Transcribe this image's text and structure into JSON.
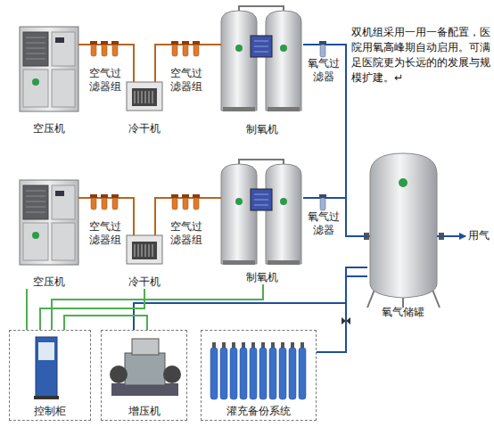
{
  "diagram": {
    "nodes": [
      {
        "text": [
          "空压机"
        ]
      },
      {
        "text": [
          "空气过滤器组"
        ]
      },
      {
        "text": [
          "冷干机"
        ]
      },
      {
        "text": [
          "空气过滤器组"
        ]
      },
      {
        "text": [
          "制氧机"
        ]
      },
      {
        "text": [
          "氧气过滤器"
        ]
      },
      {
        "text": [
          "空压机"
        ]
      },
      {
        "text": [
          "空气过滤器组"
        ]
      },
      {
        "text": [
          "冷干机"
        ]
      },
      {
        "text": [
          "空气过滤器组"
        ]
      },
      {
        "text": [
          "制氧机"
        ]
      },
      {
        "text": [
          "氧气过滤器"
        ]
      },
      {
        "text": [
          "氧气储罐"
        ]
      },
      {
        "text": [
          "控制柜"
        ]
      },
      {
        "text": [
          "增压机"
        ]
      },
      {
        "text": [
          "灌充备份系统"
        ]
      }
    ],
    "edges": [
      {
        "from": 0,
        "to": 1,
        "arrow": "none"
      },
      {
        "from": 1,
        "to": 2,
        "arrow": "none"
      },
      {
        "from": 2,
        "to": 3,
        "arrow": "none"
      },
      {
        "from": 3,
        "to": 4,
        "arrow": "none"
      },
      {
        "from": 4,
        "to": 5,
        "arrow": "none"
      },
      {
        "from": 5,
        "to": 12,
        "arrow": "none"
      },
      {
        "from": 6,
        "to": 7,
        "arrow": "none"
      },
      {
        "from": 7,
        "to": 8,
        "arrow": "none"
      },
      {
        "from": 8,
        "to": 9,
        "arrow": "none"
      },
      {
        "from": 9,
        "to": 10,
        "arrow": "none"
      },
      {
        "from": 10,
        "to": 11,
        "arrow": "none"
      },
      {
        "from": 11,
        "to": 12,
        "arrow": "none"
      },
      {
        "from": 12,
        "to": 14,
        "arrow": "none"
      },
      {
        "from": 12,
        "to": 15,
        "arrow": "none"
      },
      {
        "from": 13,
        "to": 6,
        "arrow": "none"
      },
      {
        "from": 13,
        "to": 8,
        "arrow": "none"
      },
      {
        "from": 13,
        "to": 10,
        "arrow": "none"
      },
      {
        "from": 13,
        "to": 14,
        "arrow": "none"
      }
    ],
    "labels": [
      "双机组采用一用一备配置，医院用氧高峰期自动启用。可满足医院更为长远的的发展与规模扩建。↵",
      "用气"
    ]
  }
}
